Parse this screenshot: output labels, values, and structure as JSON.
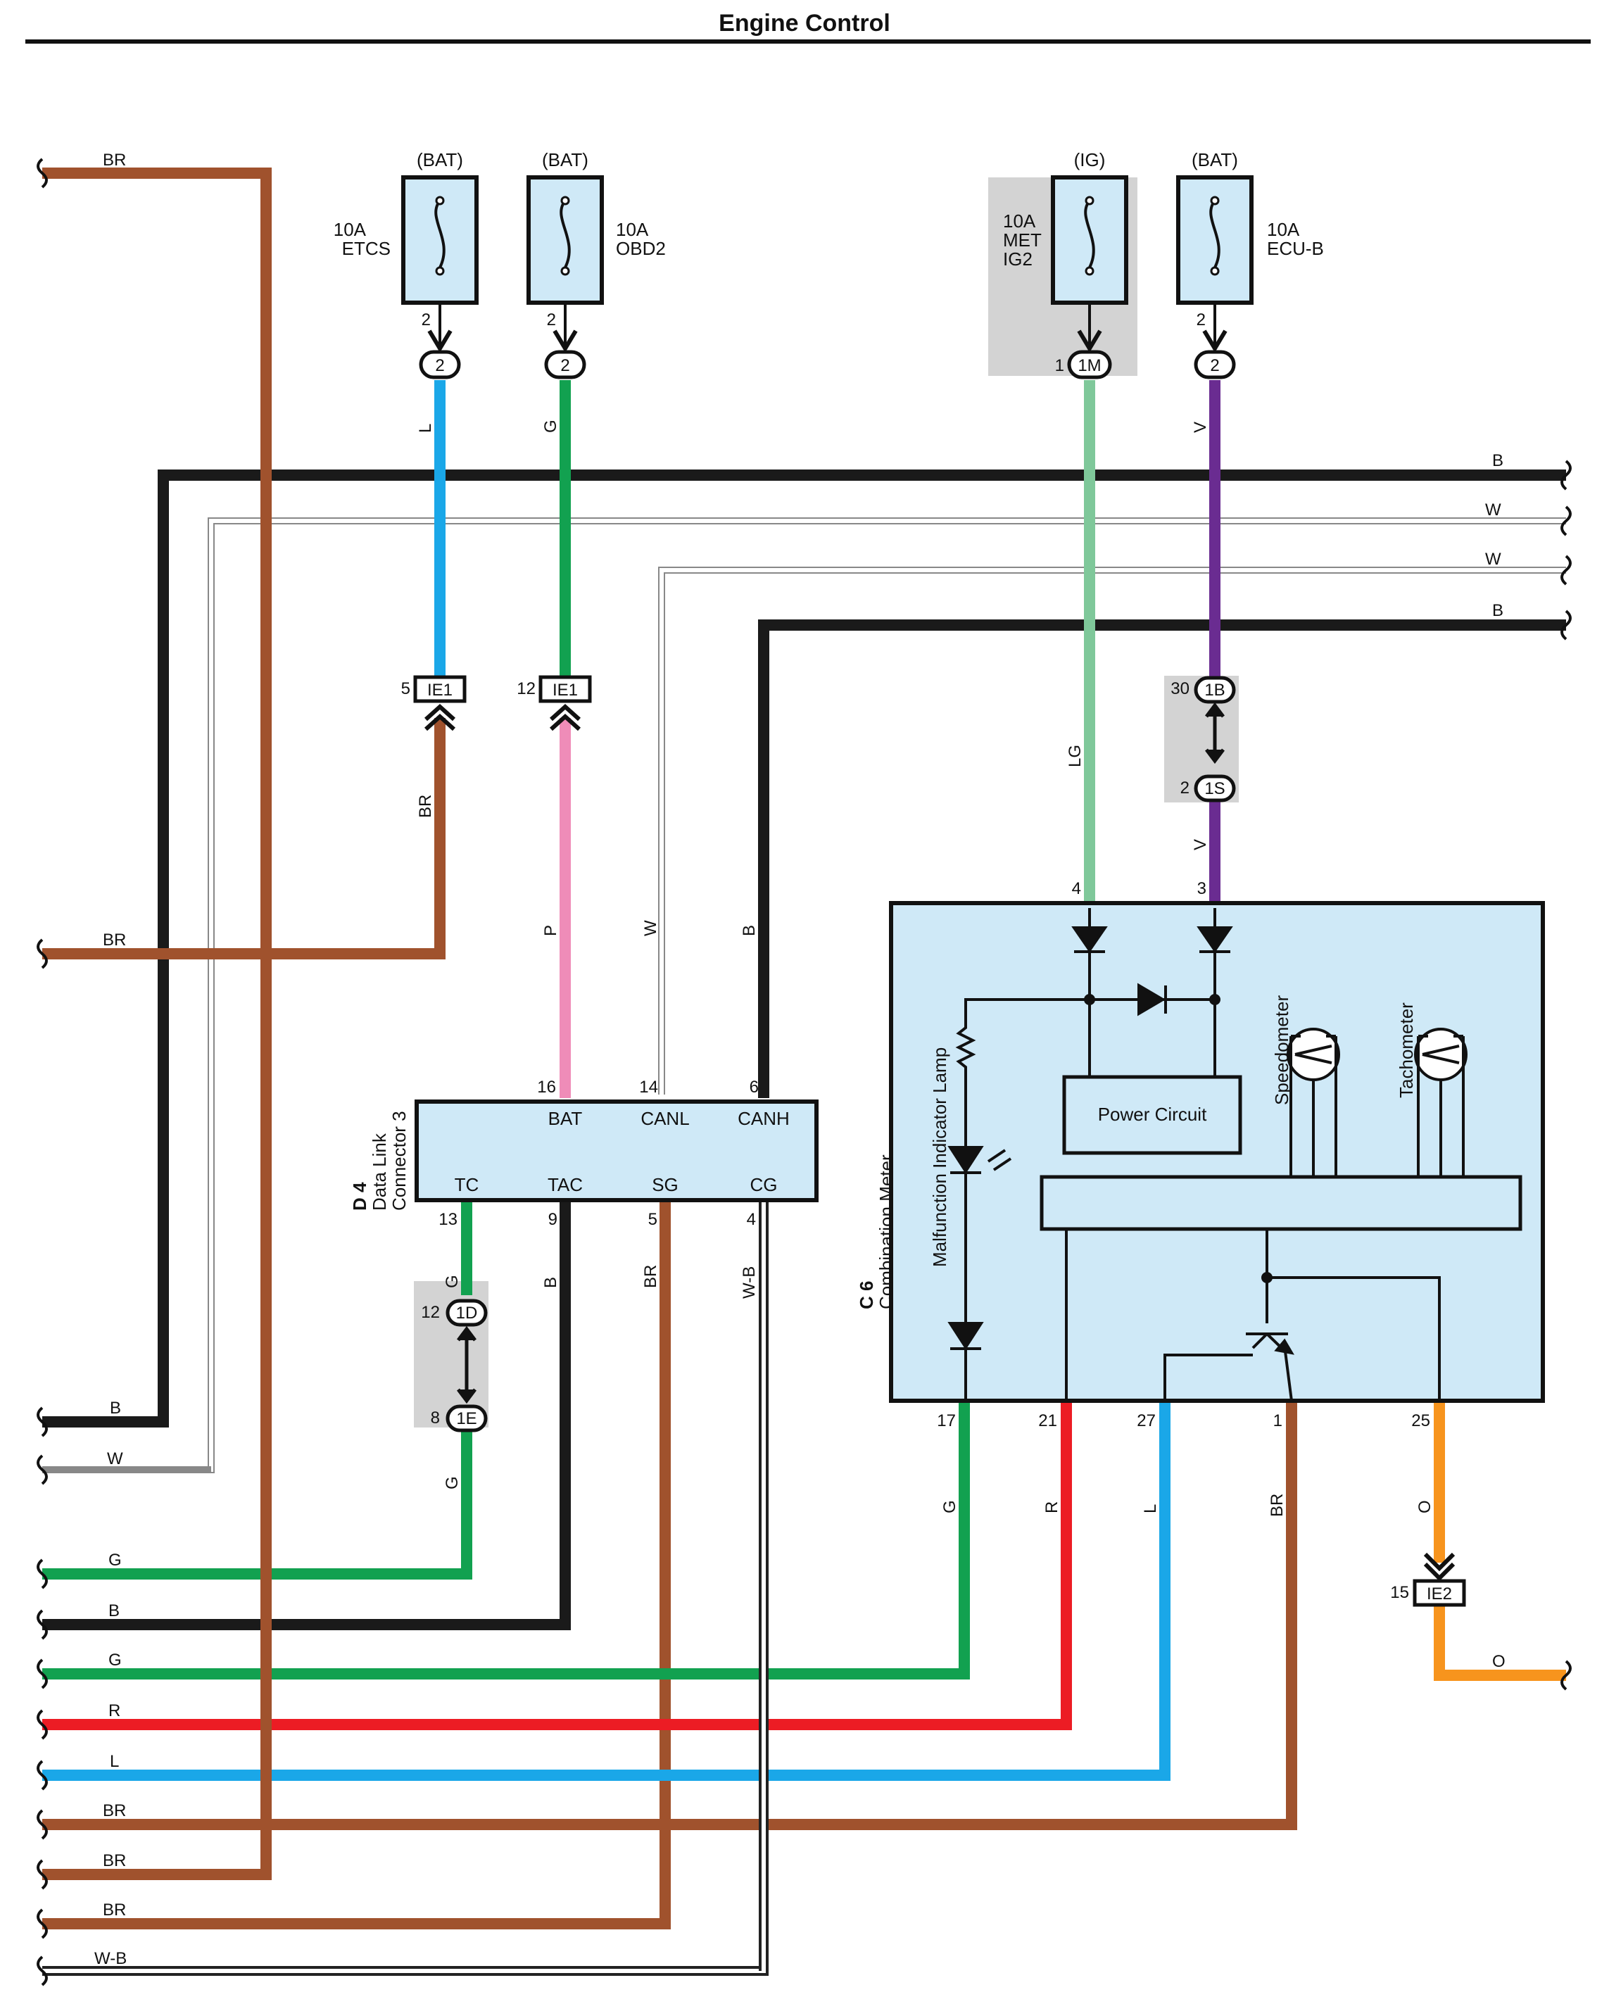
{
  "title": "Engine Control",
  "colors": {
    "BR": "#a0522d",
    "B": "#1a1a1a",
    "W": "#ffffff",
    "G": "#12a150",
    "L": "#1aa7e8",
    "V": "#6a2c91",
    "LG": "#7fc89a",
    "P": "#ef8cb8",
    "R": "#ec1c24",
    "O": "#f7941d",
    "W-B": "#ffffff",
    "component_fill": "#cfe9f7",
    "grey_box": "#d3d3d3"
  },
  "fuses": {
    "etcs": {
      "source": "(BAT)",
      "amps": "10A",
      "name": "ETCS",
      "pin": "2",
      "connector": "2"
    },
    "obd2": {
      "source": "(BAT)",
      "amps": "10A",
      "name": "OBD2",
      "pin": "2",
      "connector": "2"
    },
    "metig2": {
      "source": "(IG)",
      "amps": "10A",
      "name1": "MET",
      "name2": "IG2",
      "pin": "1",
      "connector": "1M"
    },
    "ecub": {
      "source": "(BAT)",
      "amps": "10A",
      "name": "ECU-B",
      "pin": "2",
      "connector": "2"
    }
  },
  "connectors": {
    "ie1_a": {
      "pin": "5",
      "name": "IE1"
    },
    "ie1_b": {
      "pin": "12",
      "name": "IE1"
    },
    "c1b": {
      "pin": "30",
      "name": "1B"
    },
    "c1s": {
      "pin": "2",
      "name": "1S"
    },
    "c1d": {
      "pin": "12",
      "name": "1D"
    },
    "c1e": {
      "pin": "8",
      "name": "1E"
    },
    "ie2": {
      "pin": "15",
      "name": "IE2"
    }
  },
  "dlc": {
    "id": "D 4",
    "name1": "Data Link",
    "name2": "Connector 3",
    "top_pins": [
      {
        "num": "16",
        "label": "BAT"
      },
      {
        "num": "14",
        "label": "CANL"
      },
      {
        "num": "6",
        "label": "CANH"
      }
    ],
    "bottom_pins": [
      {
        "num": "13",
        "label": "TC"
      },
      {
        "num": "9",
        "label": "TAC"
      },
      {
        "num": "5",
        "label": "SG"
      },
      {
        "num": "4",
        "label": "CG"
      }
    ]
  },
  "meter": {
    "id": "C 6",
    "name": "Combination Meter",
    "power_circuit": "Power Circuit",
    "mil": "Malfunction Indicator Lamp",
    "speedometer": "Speedometer",
    "tachometer": "Tachometer",
    "top_pins": [
      "4",
      "3"
    ],
    "bottom_pins": [
      "17",
      "21",
      "27",
      "1",
      "25"
    ]
  },
  "wire_codes": {
    "etcs": "L",
    "obd2": "G",
    "metig2_lg1": "LG",
    "ecub_v1": "V",
    "ecub_v2": "V",
    "ie1a_lower": "BR",
    "dlc_bat": "P",
    "dlc_canl": "W",
    "dlc_canh": "B",
    "tc_upper": "G",
    "tc_lower": "G",
    "tac": "B",
    "sg": "BR",
    "cg": "W-B",
    "m17": "G",
    "m21": "R",
    "m27": "L",
    "m1": "BR",
    "m25_upper": "O",
    "m25_lower": "O"
  },
  "right_bus": [
    "B",
    "W",
    "W",
    "B"
  ],
  "left_stubs": [
    "BR",
    "BR",
    "B",
    "W"
  ],
  "left_bus": [
    "G",
    "B",
    "G",
    "R",
    "L",
    "BR",
    "BR",
    "BR",
    "W-B"
  ]
}
